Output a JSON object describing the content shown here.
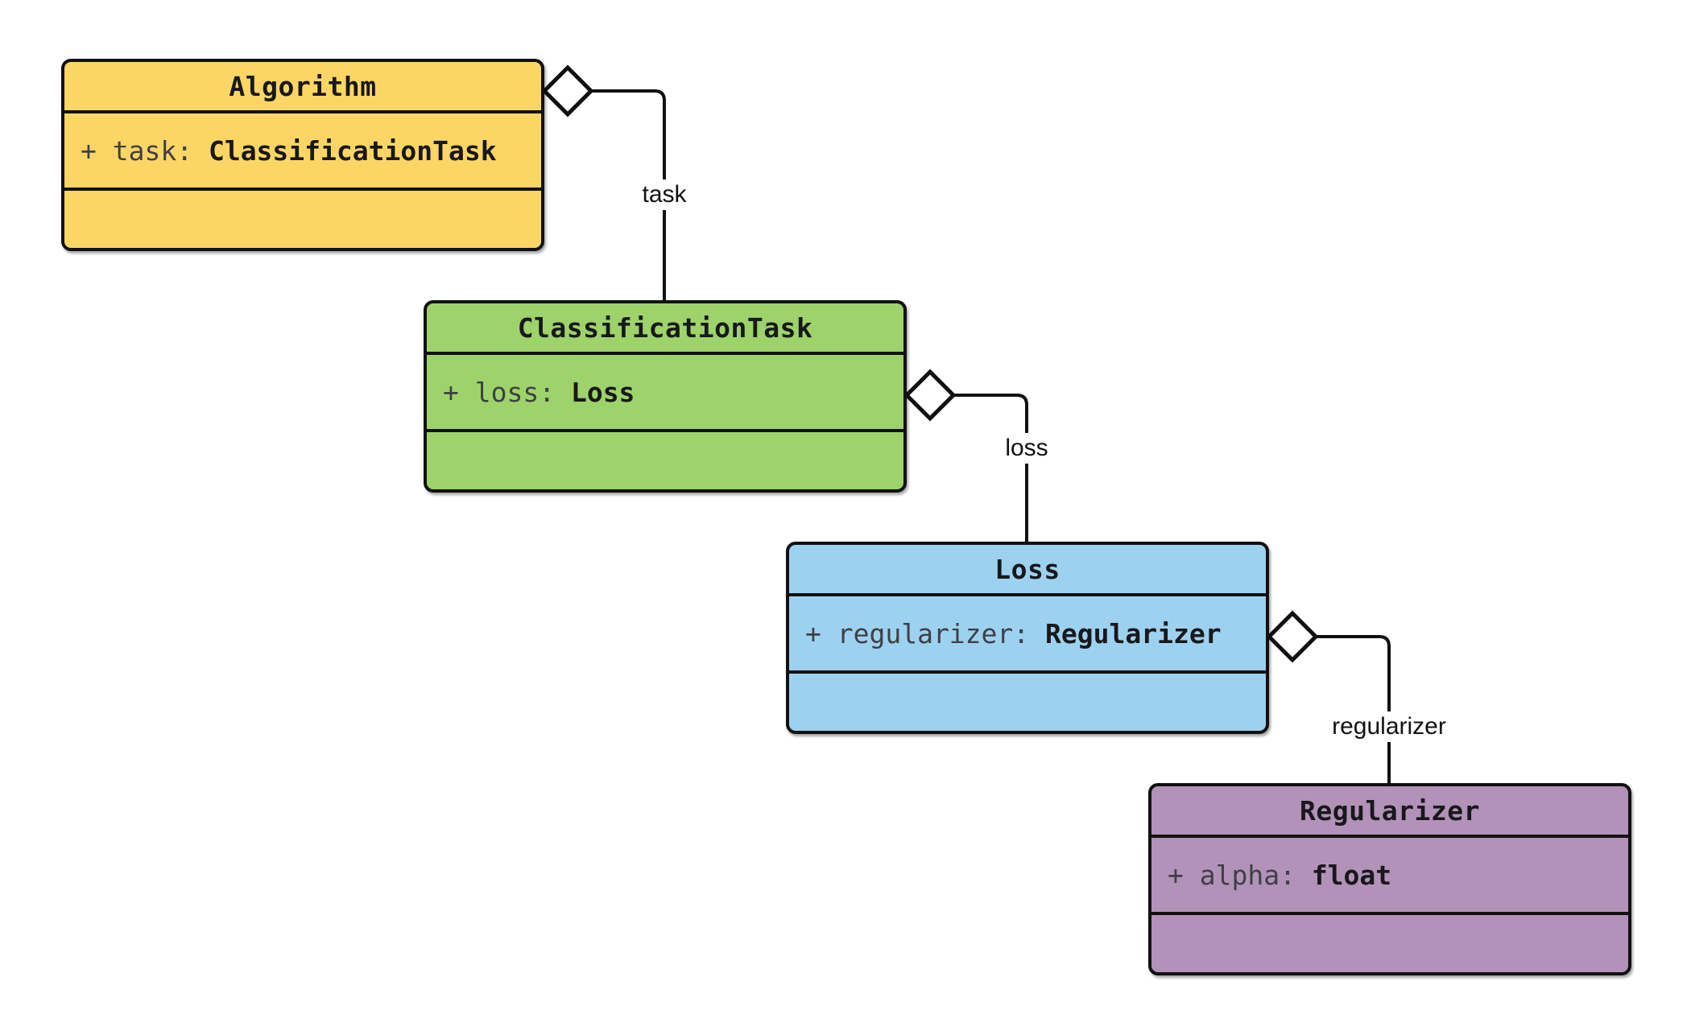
{
  "diagram": {
    "type": "uml-class-diagram",
    "background": "#ffffff",
    "border_color": "#111111",
    "classes": [
      {
        "name": "Algorithm",
        "fill": "#FCD665",
        "attribute": {
          "label": "+ task: ",
          "type": "ClassificationTask"
        },
        "methods": []
      },
      {
        "name": "ClassificationTask",
        "fill": "#9DD36A",
        "attribute": {
          "label": "+ loss: ",
          "type": "Loss"
        },
        "methods": []
      },
      {
        "name": "Loss",
        "fill": "#9CD2F0",
        "attribute": {
          "label": "+ regularizer: ",
          "type": "Regularizer"
        },
        "methods": []
      },
      {
        "name": "Regularizer",
        "fill": "#B292B8",
        "attribute": {
          "label": "+ alpha: ",
          "type": "float"
        },
        "methods": []
      }
    ],
    "edges": [
      {
        "label": "task",
        "from": "Algorithm",
        "to": "ClassificationTask",
        "kind": "aggregation"
      },
      {
        "label": "loss",
        "from": "ClassificationTask",
        "to": "Loss",
        "kind": "aggregation"
      },
      {
        "label": "regularizer",
        "from": "Loss",
        "to": "Regularizer",
        "kind": "aggregation"
      }
    ],
    "diamond_fill": "#ffffff",
    "line_color": "#111111"
  }
}
